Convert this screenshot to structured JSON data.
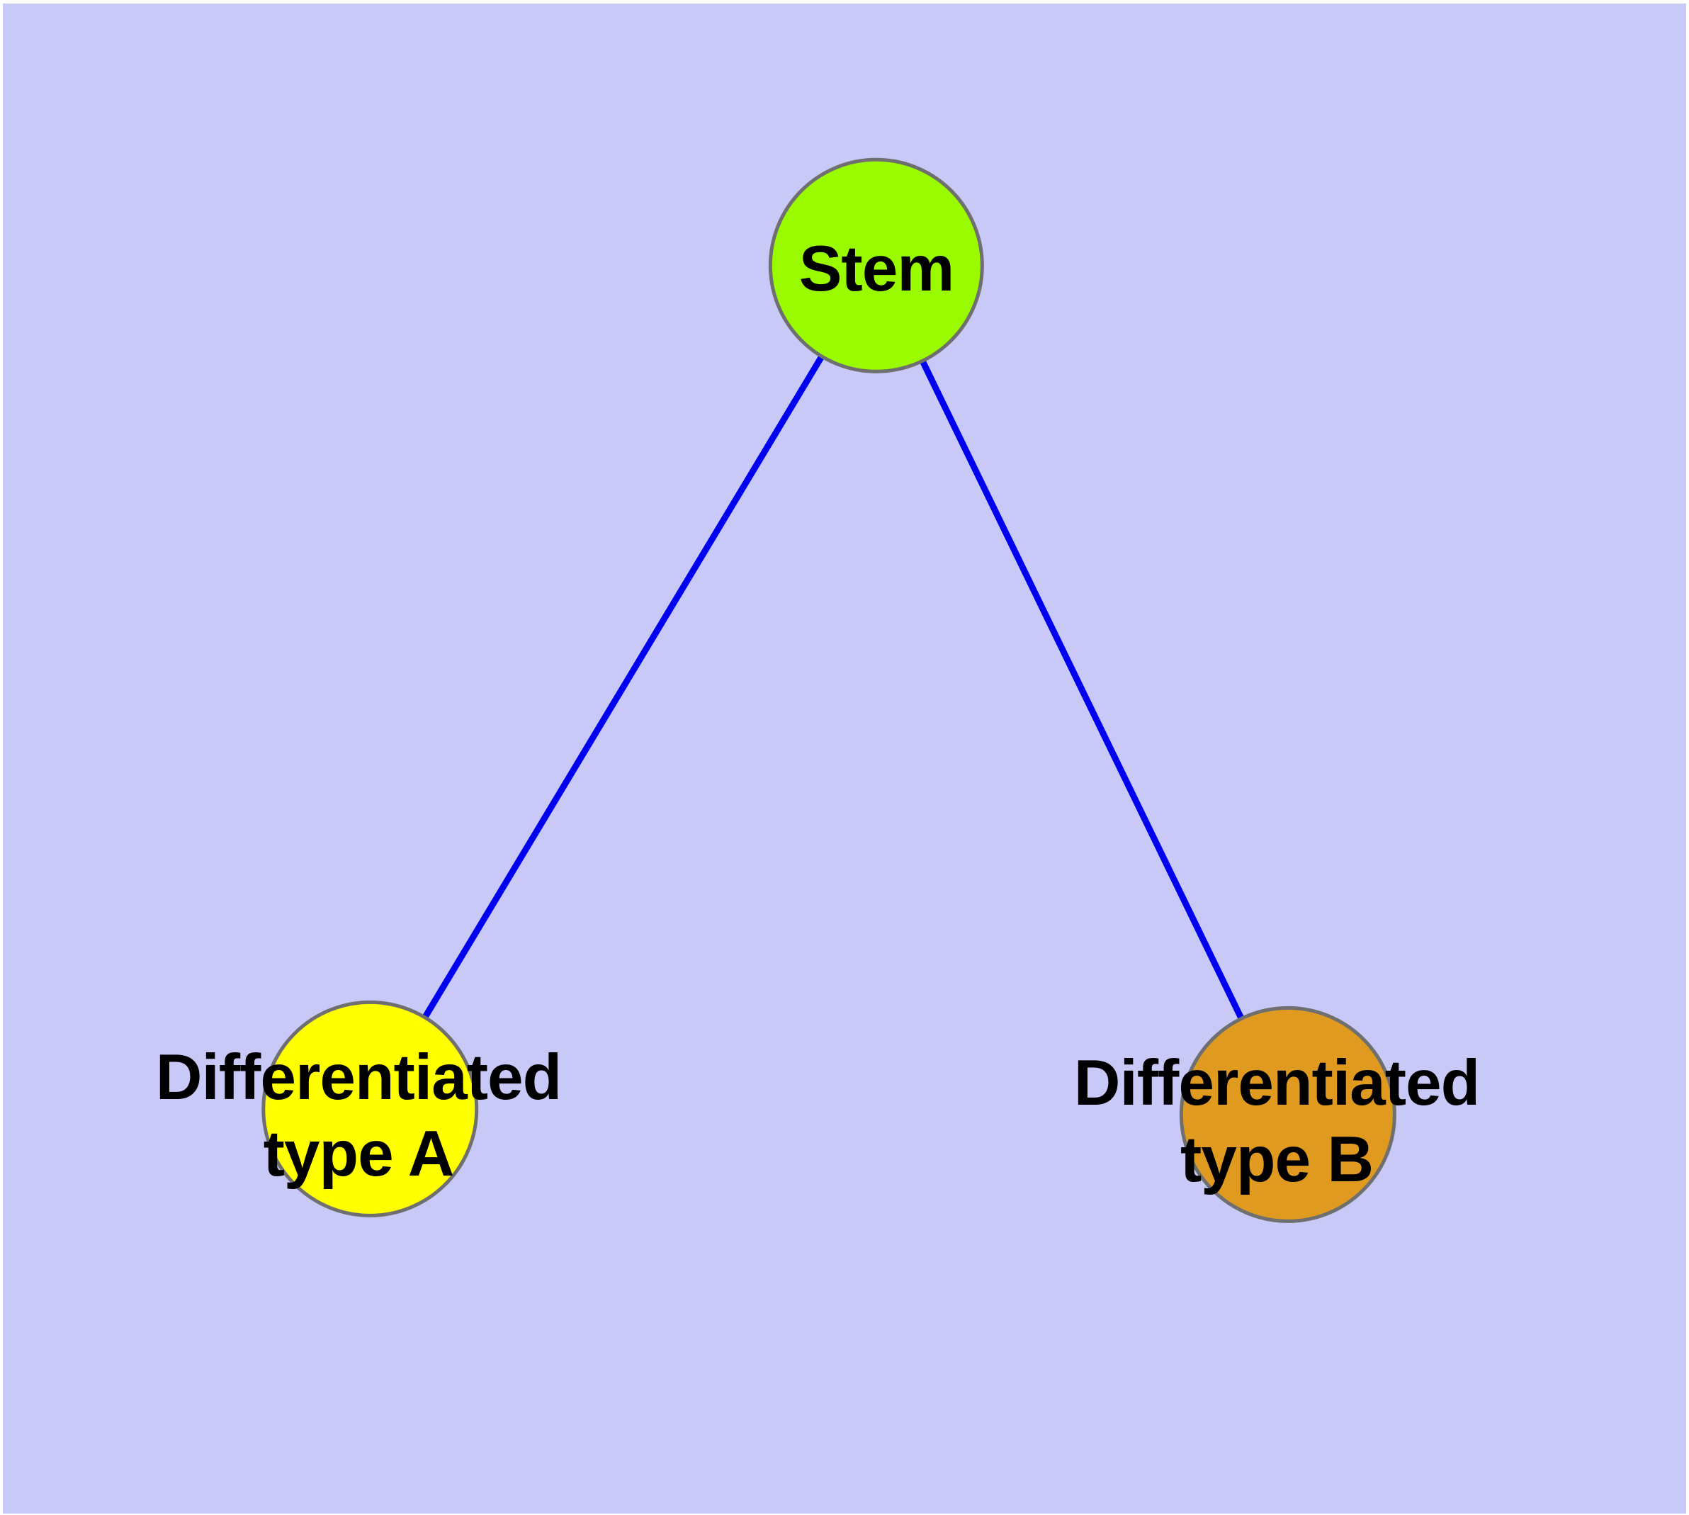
{
  "diagram": {
    "type": "node-link-graph",
    "colors": {
      "page_background": "#FFFFFF",
      "canvas_background": "#C9C9F8",
      "edge": "#0000F0",
      "node_border": "#6F6F6F",
      "label_text": "#000000"
    },
    "nodes": [
      {
        "id": "stem",
        "label": "Stem",
        "fill": "#9AFB00"
      },
      {
        "id": "differentiated-type-a",
        "label": "Differentiated\ntype A",
        "fill": "#FFFF00"
      },
      {
        "id": "differentiated-type-b",
        "label": "Differentiated\ntype B",
        "fill": "#E09A20"
      }
    ],
    "edges": [
      {
        "from": "stem",
        "to": "differentiated-type-a"
      },
      {
        "from": "stem",
        "to": "differentiated-type-b"
      }
    ]
  }
}
